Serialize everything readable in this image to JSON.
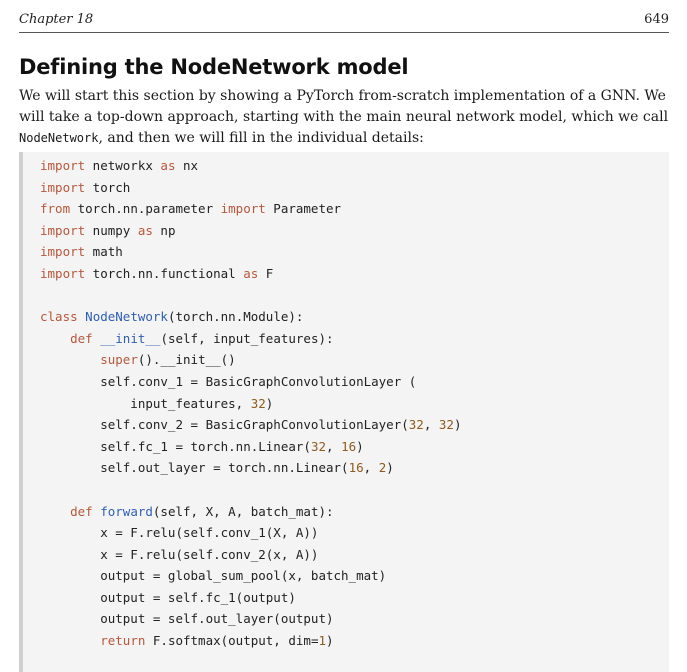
{
  "header": {
    "chapter": "Chapter 18",
    "page_number": "649"
  },
  "section": {
    "title": "Defining the NodeNetwork model",
    "paragraph_before": "We will start this section by showing a PyTorch from-scratch implementation of a GNN. We will take a top-down approach, starting with the main neural network model, which we call ",
    "paragraph_code": "NodeNetwork",
    "paragraph_after": ", and then we will fill in the individual details:"
  },
  "code_lines": [
    [
      [
        "kw",
        "import"
      ],
      [
        "t",
        " networkx "
      ],
      [
        "kw",
        "as"
      ],
      [
        "t",
        " nx"
      ]
    ],
    [
      [
        "kw",
        "import"
      ],
      [
        "t",
        " torch"
      ]
    ],
    [
      [
        "kw",
        "from"
      ],
      [
        "t",
        " torch.nn.parameter "
      ],
      [
        "kw",
        "import"
      ],
      [
        "t",
        " Parameter"
      ]
    ],
    [
      [
        "kw",
        "import"
      ],
      [
        "t",
        " numpy "
      ],
      [
        "kw",
        "as"
      ],
      [
        "t",
        " np"
      ]
    ],
    [
      [
        "kw",
        "import"
      ],
      [
        "t",
        " math"
      ]
    ],
    [
      [
        "kw",
        "import"
      ],
      [
        "t",
        " torch.nn.functional "
      ],
      [
        "kw",
        "as"
      ],
      [
        "t",
        " F"
      ]
    ],
    [],
    [
      [
        "kw",
        "class"
      ],
      [
        "t",
        " "
      ],
      [
        "fn",
        "NodeNetwork"
      ],
      [
        "t",
        "(torch.nn.Module):"
      ]
    ],
    [
      [
        "t",
        "    "
      ],
      [
        "kw",
        "def"
      ],
      [
        "t",
        " "
      ],
      [
        "fn",
        "__init__"
      ],
      [
        "t",
        "(self, input_features):"
      ]
    ],
    [
      [
        "t",
        "        "
      ],
      [
        "kw",
        "super"
      ],
      [
        "t",
        "().__init__()"
      ]
    ],
    [
      [
        "t",
        "        self.conv_1 = BasicGraphConvolutionLayer ("
      ]
    ],
    [
      [
        "t",
        "            input_features, "
      ],
      [
        "num",
        "32"
      ],
      [
        "t",
        ")"
      ]
    ],
    [
      [
        "t",
        "        self.conv_2 = BasicGraphConvolutionLayer("
      ],
      [
        "num",
        "32"
      ],
      [
        "t",
        ", "
      ],
      [
        "num",
        "32"
      ],
      [
        "t",
        ")"
      ]
    ],
    [
      [
        "t",
        "        self.fc_1 = torch.nn.Linear("
      ],
      [
        "num",
        "32"
      ],
      [
        "t",
        ", "
      ],
      [
        "num",
        "16"
      ],
      [
        "t",
        ")"
      ]
    ],
    [
      [
        "t",
        "        self.out_layer = torch.nn.Linear("
      ],
      [
        "num",
        "16"
      ],
      [
        "t",
        ", "
      ],
      [
        "num",
        "2"
      ],
      [
        "t",
        ")"
      ]
    ],
    [],
    [
      [
        "t",
        "    "
      ],
      [
        "kw",
        "def"
      ],
      [
        "t",
        " "
      ],
      [
        "fn",
        "forward"
      ],
      [
        "t",
        "(self, X, A, batch_mat):"
      ]
    ],
    [
      [
        "t",
        "        x = F.relu(self.conv_1(X, A))"
      ]
    ],
    [
      [
        "t",
        "        x = F.relu(self.conv_2(x, A))"
      ]
    ],
    [
      [
        "t",
        "        output = global_sum_pool(x, batch_mat)"
      ]
    ],
    [
      [
        "t",
        "        output = self.fc_1(output)"
      ]
    ],
    [
      [
        "t",
        "        output = self.out_layer(output)"
      ]
    ],
    [
      [
        "t",
        "        "
      ],
      [
        "kw",
        "return"
      ],
      [
        "t",
        " F.softmax(output, dim="
      ],
      [
        "num",
        "1"
      ],
      [
        "t",
        ")"
      ]
    ]
  ]
}
